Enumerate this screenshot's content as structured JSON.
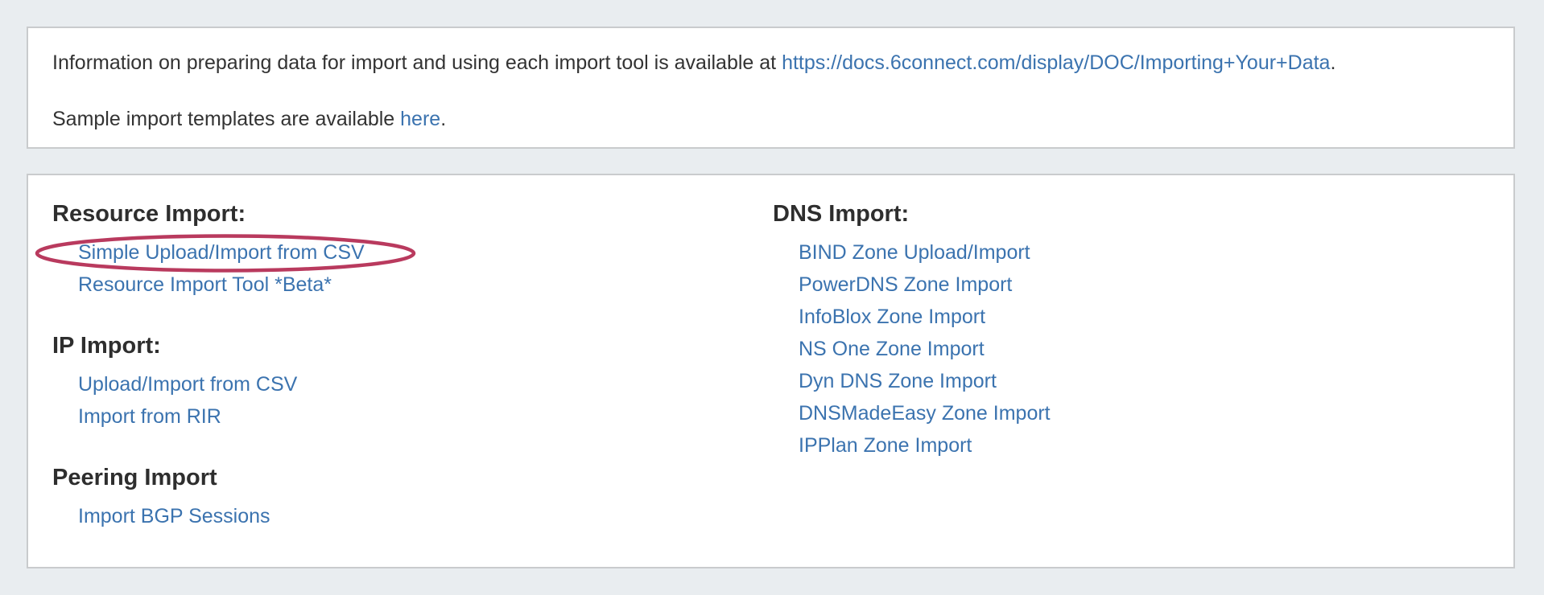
{
  "info_panel": {
    "line1": {
      "prefix": "Information on preparing data for import and using each import tool is available at ",
      "link": "https://docs.6connect.com/display/DOC/Importing+Your+Data",
      "suffix": "."
    },
    "line2": {
      "prefix": "Sample import templates are available ",
      "link": "here",
      "suffix": "."
    }
  },
  "import_panel": {
    "resource": {
      "heading": "Resource Import:",
      "links": {
        "0": "Simple Upload/Import from CSV",
        "1": "Resource Import Tool *Beta*"
      },
      "circled_link": "Simple Upload/Import from CSV"
    },
    "ip": {
      "heading": "IP Import:",
      "links": {
        "0": "Upload/Import from CSV",
        "1": "Import from RIR"
      }
    },
    "peering": {
      "heading": "Peering Import",
      "links": {
        "0": "Import BGP Sessions"
      }
    },
    "dns": {
      "heading": "DNS Import:",
      "links": {
        "0": "BIND Zone Upload/Import",
        "1": "PowerDNS Zone Import",
        "2": "InfoBlox Zone Import",
        "3": "NS One Zone Import",
        "4": "Dyn DNS Zone Import",
        "5": "DNSMadeEasy Zone Import",
        "6": "IPPlan Zone Import"
      }
    }
  },
  "colors": {
    "page_bg": "#e9edf0",
    "panel_bg": "#ffffff",
    "panel_border": "#c9cbcd",
    "text": "#333333",
    "link": "#3b73af",
    "annotation": "#b93a5e"
  }
}
